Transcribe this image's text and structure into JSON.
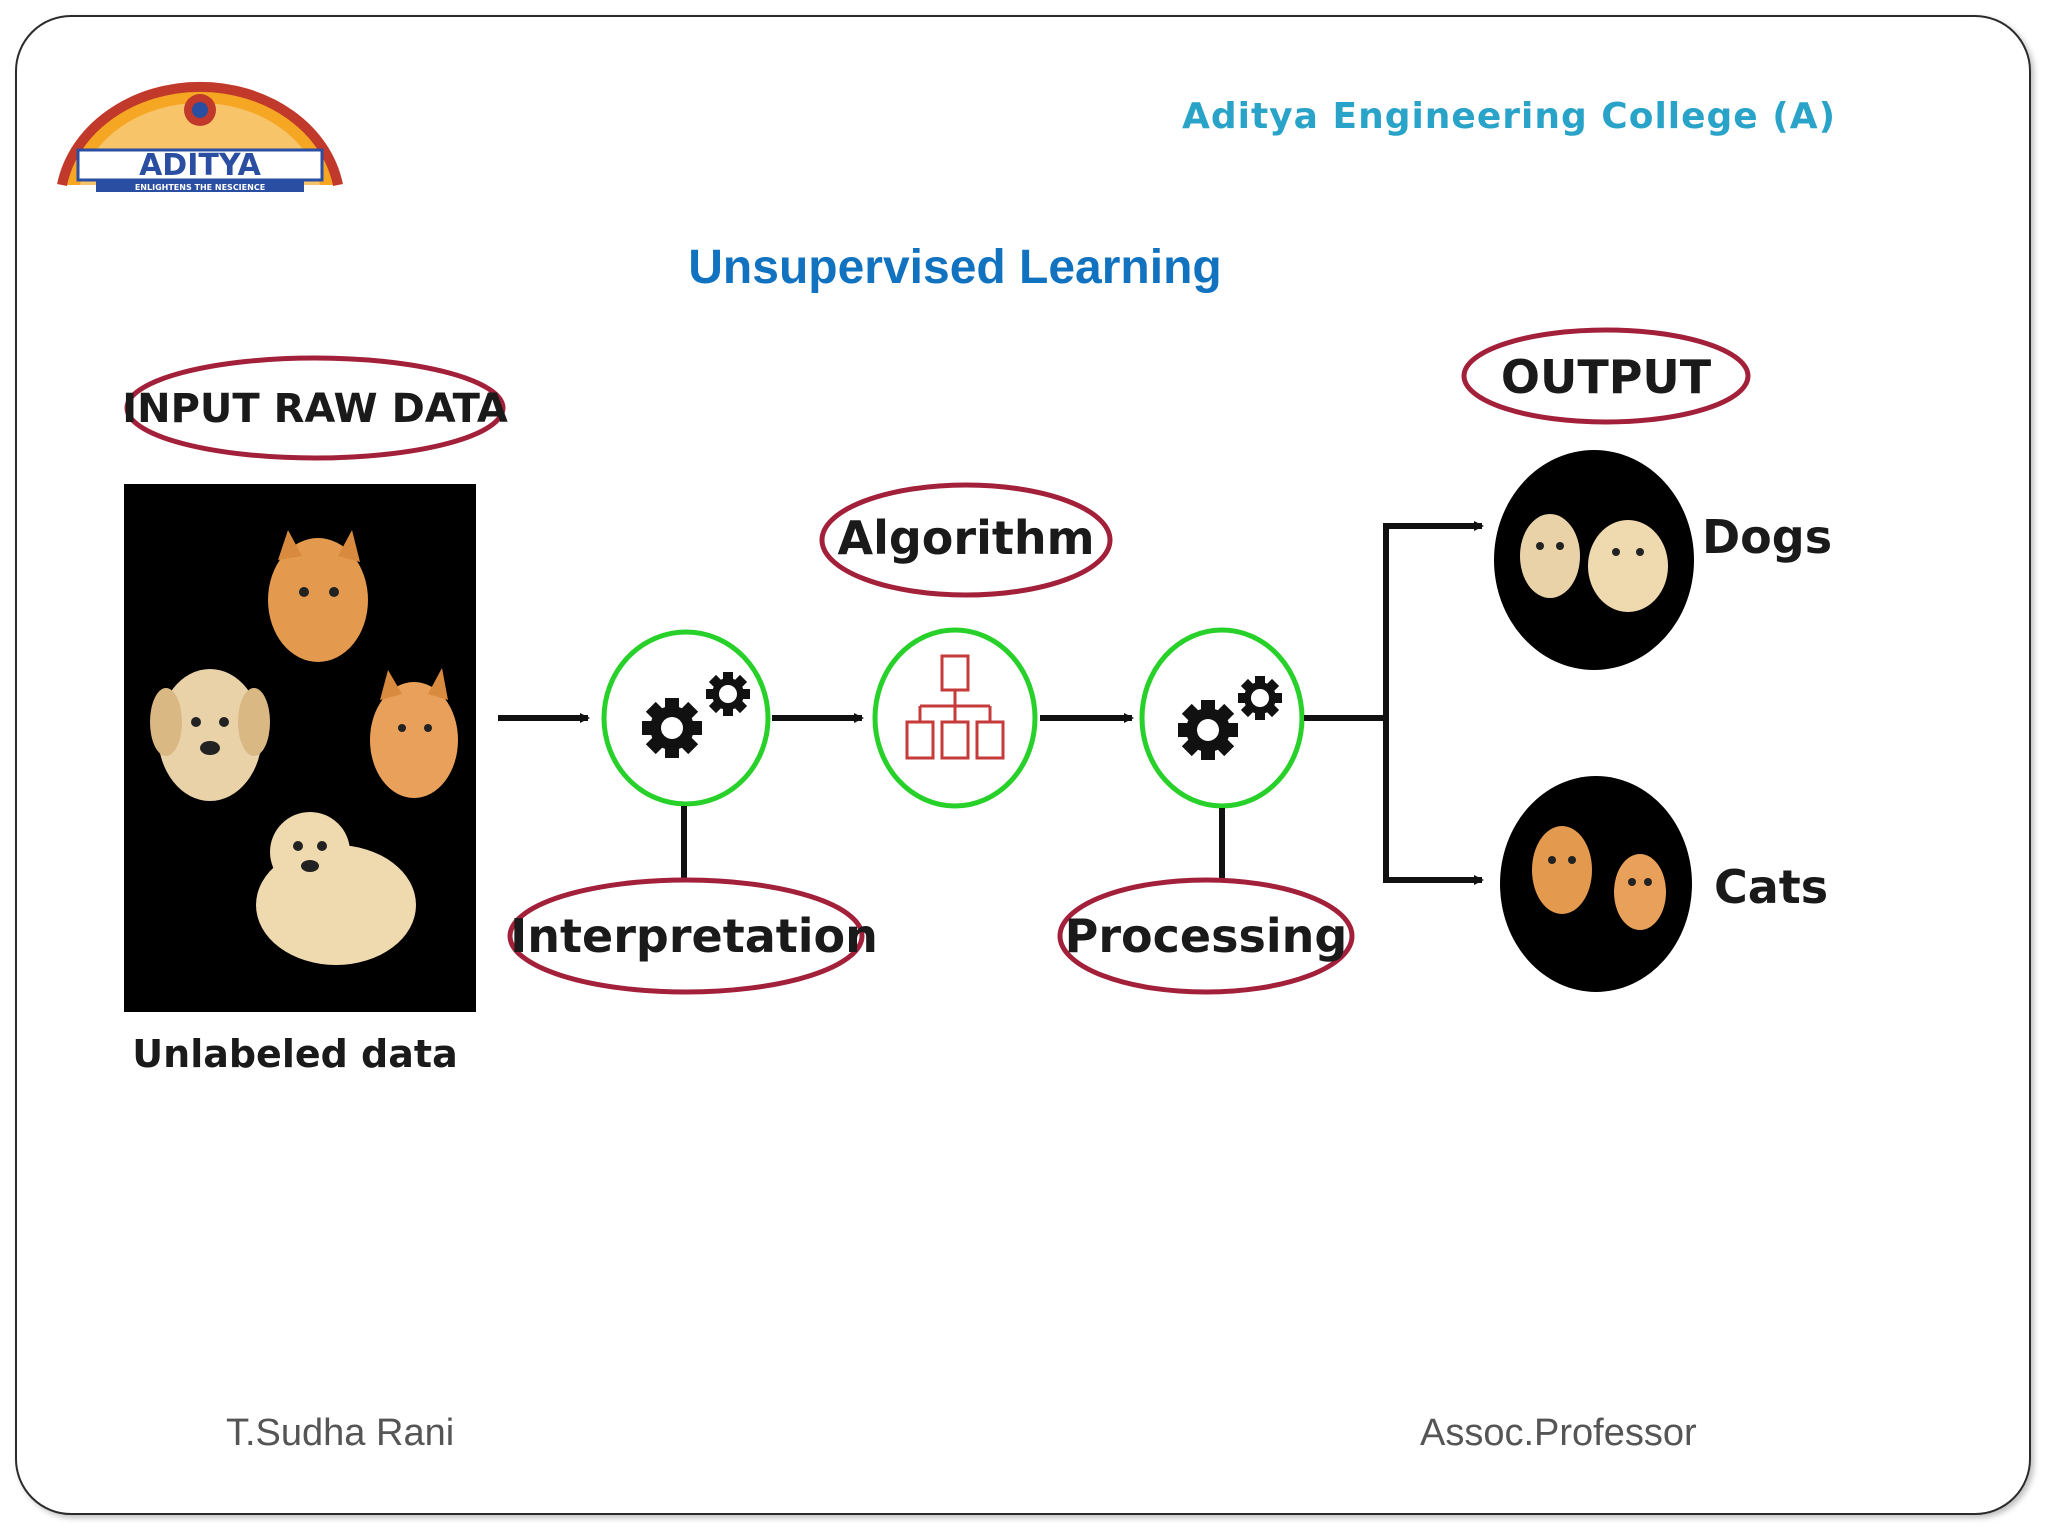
{
  "header": {
    "college_name": "Aditya Engineering College (A)",
    "logo": {
      "icon": "aditya-logo-icon",
      "text": "ADITYA",
      "tagline": "ENLIGHTENS THE NESCIENCE"
    }
  },
  "slide": {
    "title": "Unsupervised Learning"
  },
  "diagram": {
    "input_label": "INPUT RAW DATA",
    "input_caption": "Unlabeled data",
    "algorithm_label": "Algorithm",
    "interpretation_label": "Interpretation",
    "processing_label": "Processing",
    "output_label": "OUTPUT",
    "output_dogs": "Dogs",
    "output_cats": "Cats",
    "colors": {
      "label_ellipse": "#a3203a",
      "gear_ring": "#27d12a",
      "hierarchy": "#c73a3a",
      "arrow": "#111111"
    }
  },
  "footer": {
    "author": "T.Sudha Rani",
    "designation": "Assoc.Professor"
  }
}
